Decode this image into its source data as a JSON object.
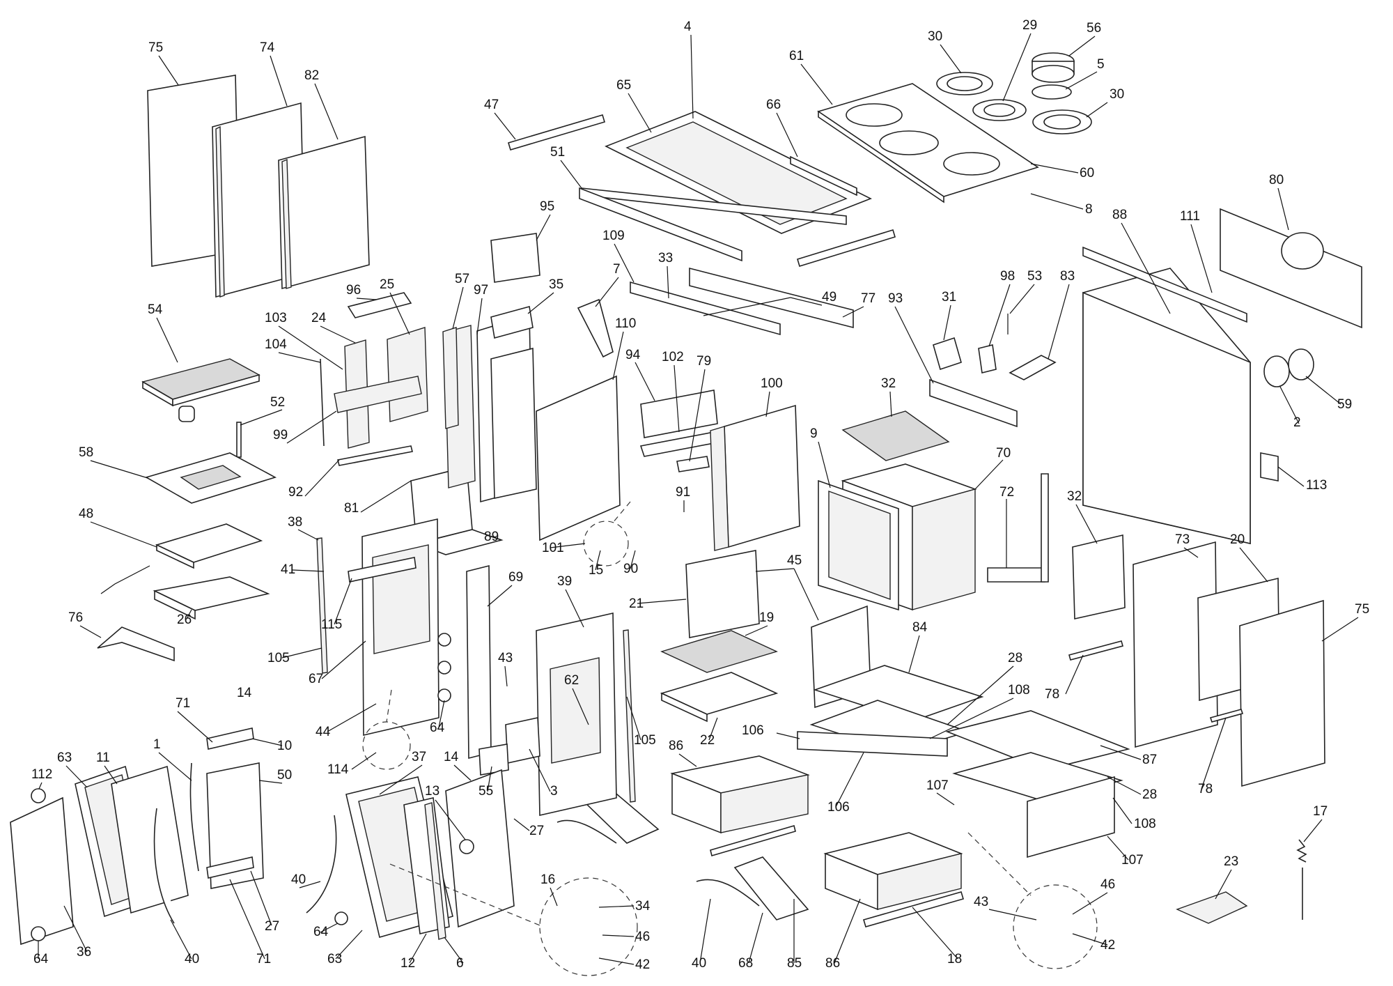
{
  "callouts": [
    {
      "id": "c75a",
      "text": "75"
    },
    {
      "id": "c74",
      "text": "74"
    },
    {
      "id": "c82",
      "text": "82"
    },
    {
      "id": "c54",
      "text": "54"
    },
    {
      "id": "c103",
      "text": "103"
    },
    {
      "id": "c24",
      "text": "24"
    },
    {
      "id": "c96",
      "text": "96"
    },
    {
      "id": "c25",
      "text": "25"
    },
    {
      "id": "c104",
      "text": "104"
    },
    {
      "id": "c52",
      "text": "52"
    },
    {
      "id": "c99",
      "text": "99"
    },
    {
      "id": "c58",
      "text": "58"
    },
    {
      "id": "c92",
      "text": "92"
    },
    {
      "id": "c81",
      "text": "81"
    },
    {
      "id": "c48",
      "text": "48"
    },
    {
      "id": "c38",
      "text": "38"
    },
    {
      "id": "c41",
      "text": "41"
    },
    {
      "id": "c26",
      "text": "26"
    },
    {
      "id": "c76",
      "text": "76"
    },
    {
      "id": "c105a",
      "text": "105"
    },
    {
      "id": "c67",
      "text": "67"
    },
    {
      "id": "c115",
      "text": "115"
    },
    {
      "id": "c44",
      "text": "44"
    },
    {
      "id": "c114",
      "text": "114"
    },
    {
      "id": "c14a",
      "text": "14"
    },
    {
      "id": "c71a",
      "text": "71"
    },
    {
      "id": "c10",
      "text": "10"
    },
    {
      "id": "c1",
      "text": "1"
    },
    {
      "id": "c63a",
      "text": "63"
    },
    {
      "id": "c11",
      "text": "11"
    },
    {
      "id": "c50",
      "text": "50"
    },
    {
      "id": "c112",
      "text": "112"
    },
    {
      "id": "c27a",
      "text": "27"
    },
    {
      "id": "c71b",
      "text": "71"
    },
    {
      "id": "c64a",
      "text": "64"
    },
    {
      "id": "c36",
      "text": "36"
    },
    {
      "id": "c40a",
      "text": "40"
    },
    {
      "id": "c57",
      "text": "57"
    },
    {
      "id": "c97",
      "text": "97"
    },
    {
      "id": "c35",
      "text": "35"
    },
    {
      "id": "c95",
      "text": "95"
    },
    {
      "id": "c89",
      "text": "89"
    },
    {
      "id": "c47",
      "text": "47"
    },
    {
      "id": "c51",
      "text": "51"
    },
    {
      "id": "c65",
      "text": "65"
    },
    {
      "id": "c4",
      "text": "4"
    },
    {
      "id": "c66",
      "text": "66"
    },
    {
      "id": "c61",
      "text": "61"
    },
    {
      "id": "c30a",
      "text": "30"
    },
    {
      "id": "c29",
      "text": "29"
    },
    {
      "id": "c56",
      "text": "56"
    },
    {
      "id": "c5",
      "text": "5"
    },
    {
      "id": "c30b",
      "text": "30"
    },
    {
      "id": "c60",
      "text": "60"
    },
    {
      "id": "c8",
      "text": "8"
    },
    {
      "id": "c109",
      "text": "109"
    },
    {
      "id": "c33",
      "text": "33"
    },
    {
      "id": "c7",
      "text": "7"
    },
    {
      "id": "c110",
      "text": "110"
    },
    {
      "id": "c94",
      "text": "94"
    },
    {
      "id": "c102",
      "text": "102"
    },
    {
      "id": "c79",
      "text": "79"
    },
    {
      "id": "c49",
      "text": "49"
    },
    {
      "id": "c77",
      "text": "77"
    },
    {
      "id": "c100",
      "text": "100"
    },
    {
      "id": "c93",
      "text": "93"
    },
    {
      "id": "c31",
      "text": "31"
    },
    {
      "id": "c98",
      "text": "98"
    },
    {
      "id": "c53",
      "text": "53"
    },
    {
      "id": "c83",
      "text": "83"
    },
    {
      "id": "c32a",
      "text": "32"
    },
    {
      "id": "c88",
      "text": "88"
    },
    {
      "id": "c111",
      "text": "111"
    },
    {
      "id": "c80",
      "text": "80"
    },
    {
      "id": "c2",
      "text": "2"
    },
    {
      "id": "c59",
      "text": "59"
    },
    {
      "id": "c113",
      "text": "113"
    },
    {
      "id": "c9",
      "text": "9"
    },
    {
      "id": "c70",
      "text": "70"
    },
    {
      "id": "c72",
      "text": "72"
    },
    {
      "id": "c32b",
      "text": "32"
    },
    {
      "id": "c101",
      "text": "101"
    },
    {
      "id": "c15",
      "text": "15"
    },
    {
      "id": "c90",
      "text": "90"
    },
    {
      "id": "c91",
      "text": "91"
    },
    {
      "id": "c69",
      "text": "69"
    },
    {
      "id": "c39",
      "text": "39"
    },
    {
      "id": "c21",
      "text": "21"
    },
    {
      "id": "c45",
      "text": "45"
    },
    {
      "id": "c43a",
      "text": "43"
    },
    {
      "id": "c62",
      "text": "62"
    },
    {
      "id": "c64b",
      "text": "64"
    },
    {
      "id": "c19",
      "text": "19"
    },
    {
      "id": "c84",
      "text": "84"
    },
    {
      "id": "c105b",
      "text": "105"
    },
    {
      "id": "c22",
      "text": "22"
    },
    {
      "id": "c28a",
      "text": "28"
    },
    {
      "id": "c108a",
      "text": "108"
    },
    {
      "id": "c106a",
      "text": "106"
    },
    {
      "id": "c78a",
      "text": "78"
    },
    {
      "id": "c73",
      "text": "73"
    },
    {
      "id": "c20",
      "text": "20"
    },
    {
      "id": "c75b",
      "text": "75"
    },
    {
      "id": "c37",
      "text": "37"
    },
    {
      "id": "c14b",
      "text": "14"
    },
    {
      "id": "c13",
      "text": "13"
    },
    {
      "id": "c55",
      "text": "55"
    },
    {
      "id": "c3",
      "text": "3"
    },
    {
      "id": "c27b",
      "text": "27"
    },
    {
      "id": "c86a",
      "text": "86"
    },
    {
      "id": "c106b",
      "text": "106"
    },
    {
      "id": "c87",
      "text": "87"
    },
    {
      "id": "c107a",
      "text": "107"
    },
    {
      "id": "c28b",
      "text": "28"
    },
    {
      "id": "c108b",
      "text": "108"
    },
    {
      "id": "c78b",
      "text": "78"
    },
    {
      "id": "c16",
      "text": "16"
    },
    {
      "id": "c34",
      "text": "34"
    },
    {
      "id": "c46a",
      "text": "46"
    },
    {
      "id": "c42a",
      "text": "42"
    },
    {
      "id": "c40b",
      "text": "40"
    },
    {
      "id": "c64c",
      "text": "64"
    },
    {
      "id": "c63b",
      "text": "63"
    },
    {
      "id": "c12",
      "text": "12"
    },
    {
      "id": "c6",
      "text": "6"
    },
    {
      "id": "c40c",
      "text": "40"
    },
    {
      "id": "c68",
      "text": "68"
    },
    {
      "id": "c85",
      "text": "85"
    },
    {
      "id": "c86b",
      "text": "86"
    },
    {
      "id": "c18",
      "text": "18"
    },
    {
      "id": "c43b",
      "text": "43"
    },
    {
      "id": "c46b",
      "text": "46"
    },
    {
      "id": "c42b",
      "text": "42"
    },
    {
      "id": "c107b",
      "text": "107"
    },
    {
      "id": "c17",
      "text": "17"
    },
    {
      "id": "c23",
      "text": "23"
    }
  ]
}
